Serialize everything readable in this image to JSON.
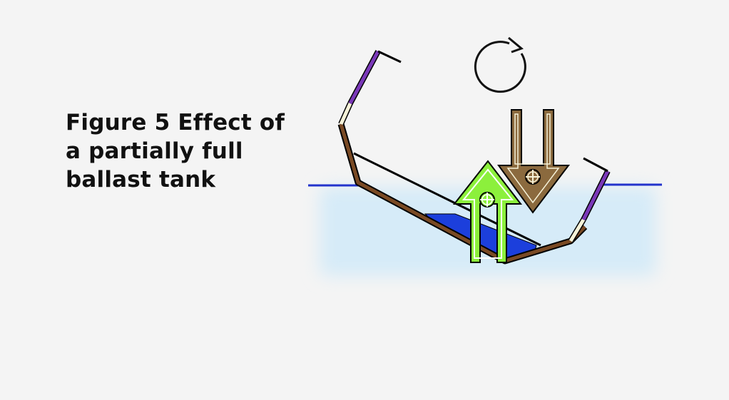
{
  "caption": {
    "line1": "Figure 5 Effect of",
    "line2": "a partially full",
    "line3": "ballast tank"
  },
  "colors": {
    "background": "#f4f4f4",
    "sea": "#d6ebf8",
    "waterline": "#2233cc",
    "hull": "#7a4a24",
    "hull_edge": "#000000",
    "deck_stripe_purple": "#7a38b8",
    "deck_stripe_cream": "#f6f2d8",
    "ballast_water": "#1c3fdc",
    "buoyancy_arrow": "#8cf03c",
    "weight_arrow": "#8b6a3e",
    "rotation_arrow": "#111111"
  },
  "icons": {
    "rotation": "clockwise-rotation-icon",
    "center_of_buoyancy": "crosshair-circle-icon",
    "center_of_gravity": "crosshair-circle-icon"
  }
}
